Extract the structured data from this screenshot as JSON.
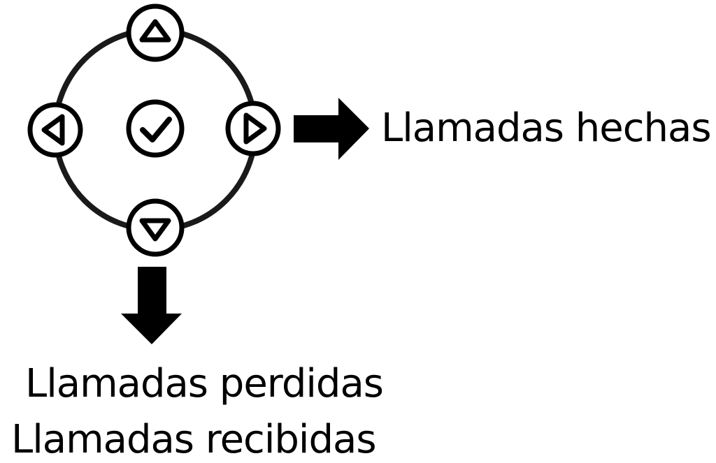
{
  "diagram": {
    "right_label": "Llamadas hechas",
    "down_labels": [
      "Llamadas perdidas",
      "Llamadas recibidas"
    ]
  },
  "colors": {
    "ink": "#000000",
    "ring": "#1a1a1a",
    "background": "#ffffff"
  },
  "icons": {
    "center": "check-icon",
    "up": "triangle-up-icon",
    "down": "triangle-down-icon",
    "left": "triangle-left-icon",
    "right": "triangle-right-icon",
    "right_arrow": "arrow-right-icon",
    "down_arrow": "arrow-down-icon"
  }
}
